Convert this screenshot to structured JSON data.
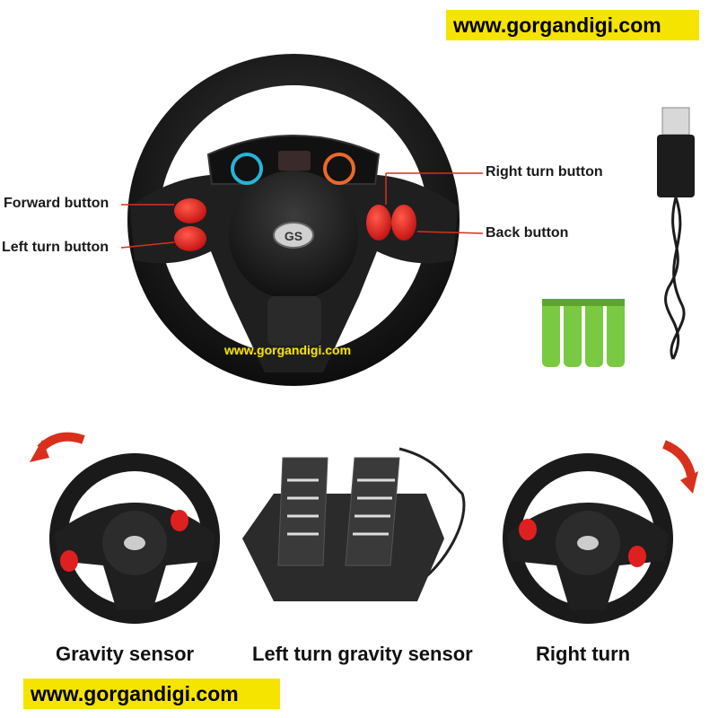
{
  "watermark": {
    "top": "www.gorgandigi.com",
    "center": "www.gorgandigi.com",
    "bottom": "www.gorgandigi.com"
  },
  "callouts": {
    "forward": "Forward button",
    "left_turn": "Left turn button",
    "right_turn": "Right turn button",
    "back": "Back button"
  },
  "captions": {
    "left": "Gravity sensor",
    "center": "Left turn gravity sensor",
    "right": "Right turn"
  },
  "logo_text": "GS",
  "colors": {
    "wheel": "#1b1b1b",
    "button_red": "#e02020",
    "arrow_red": "#d8301c",
    "battery_green": "#7ac943",
    "watermark_yellow": "#f5e400"
  }
}
